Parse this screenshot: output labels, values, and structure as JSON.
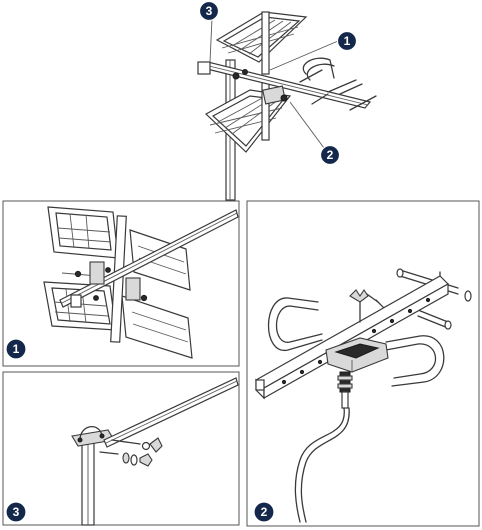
{
  "callouts": {
    "top_1": "1",
    "top_2": "2",
    "top_3": "3",
    "panel_left_top": "1",
    "panel_left_bottom": "3",
    "panel_right": "2"
  },
  "colors": {
    "badge_fill": "#14284b",
    "badge_text": "#ffffff",
    "line": "#3a3a3a"
  }
}
